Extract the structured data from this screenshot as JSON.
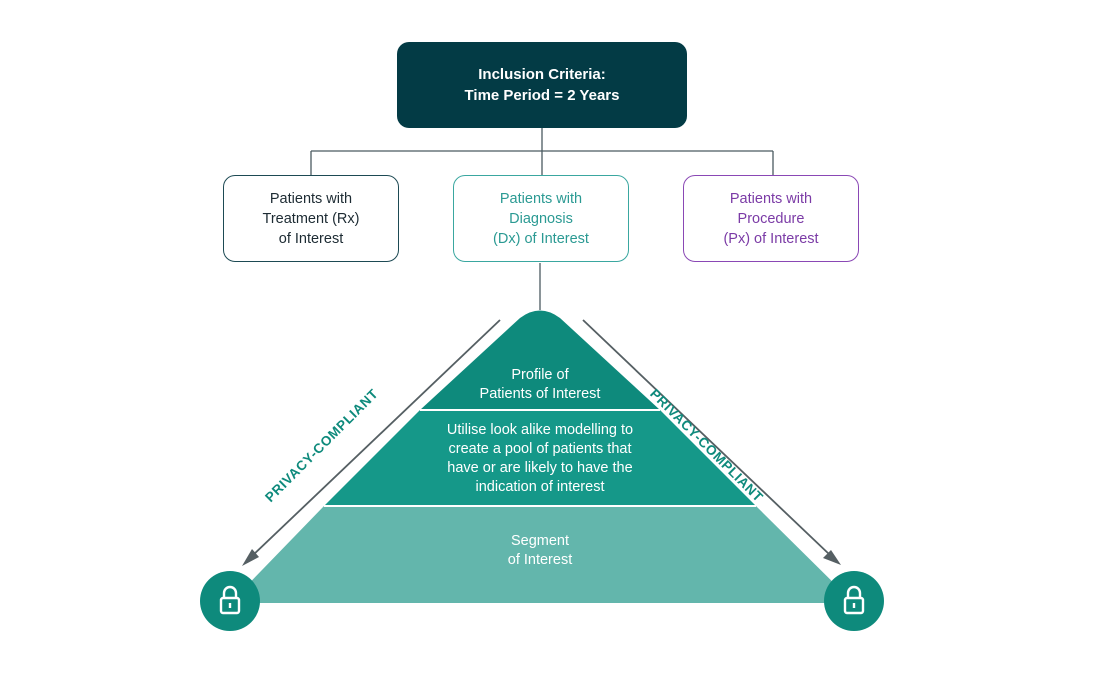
{
  "inclusion_box": {
    "line1": "Inclusion Criteria:",
    "line2": "Time Period = 2 Years"
  },
  "criteria": {
    "rx": {
      "line1": "Patients with",
      "line2": "Treatment (Rx)",
      "line3": "of Interest"
    },
    "dx": {
      "line1": "Patients with",
      "line2": "Diagnosis",
      "line3": "(Dx) of Interest"
    },
    "px": {
      "line1": "Patients with",
      "line2": "Procedure",
      "line3": "(Px) of Interest"
    }
  },
  "pyramid": {
    "tier1": {
      "line1": "Profile of",
      "line2": "Patients of Interest"
    },
    "tier2": {
      "line1": "Utilise look alike modelling to",
      "line2": "create a pool of patients that",
      "line3": "have or are likely to have the",
      "line4": "indication of interest"
    },
    "tier3": {
      "line1": "Segment",
      "line2": "of Interest"
    }
  },
  "privacy_label": "PRIVACY-COMPLIANT",
  "icons": {
    "left": "lock-icon",
    "right": "lock-icon"
  },
  "colors": {
    "dark": "#033b45",
    "teal_dark": "#0e8a7c",
    "teal_mid": "#189a8c",
    "teal_light": "#63b6ac",
    "purple": "#7b3ba6"
  }
}
